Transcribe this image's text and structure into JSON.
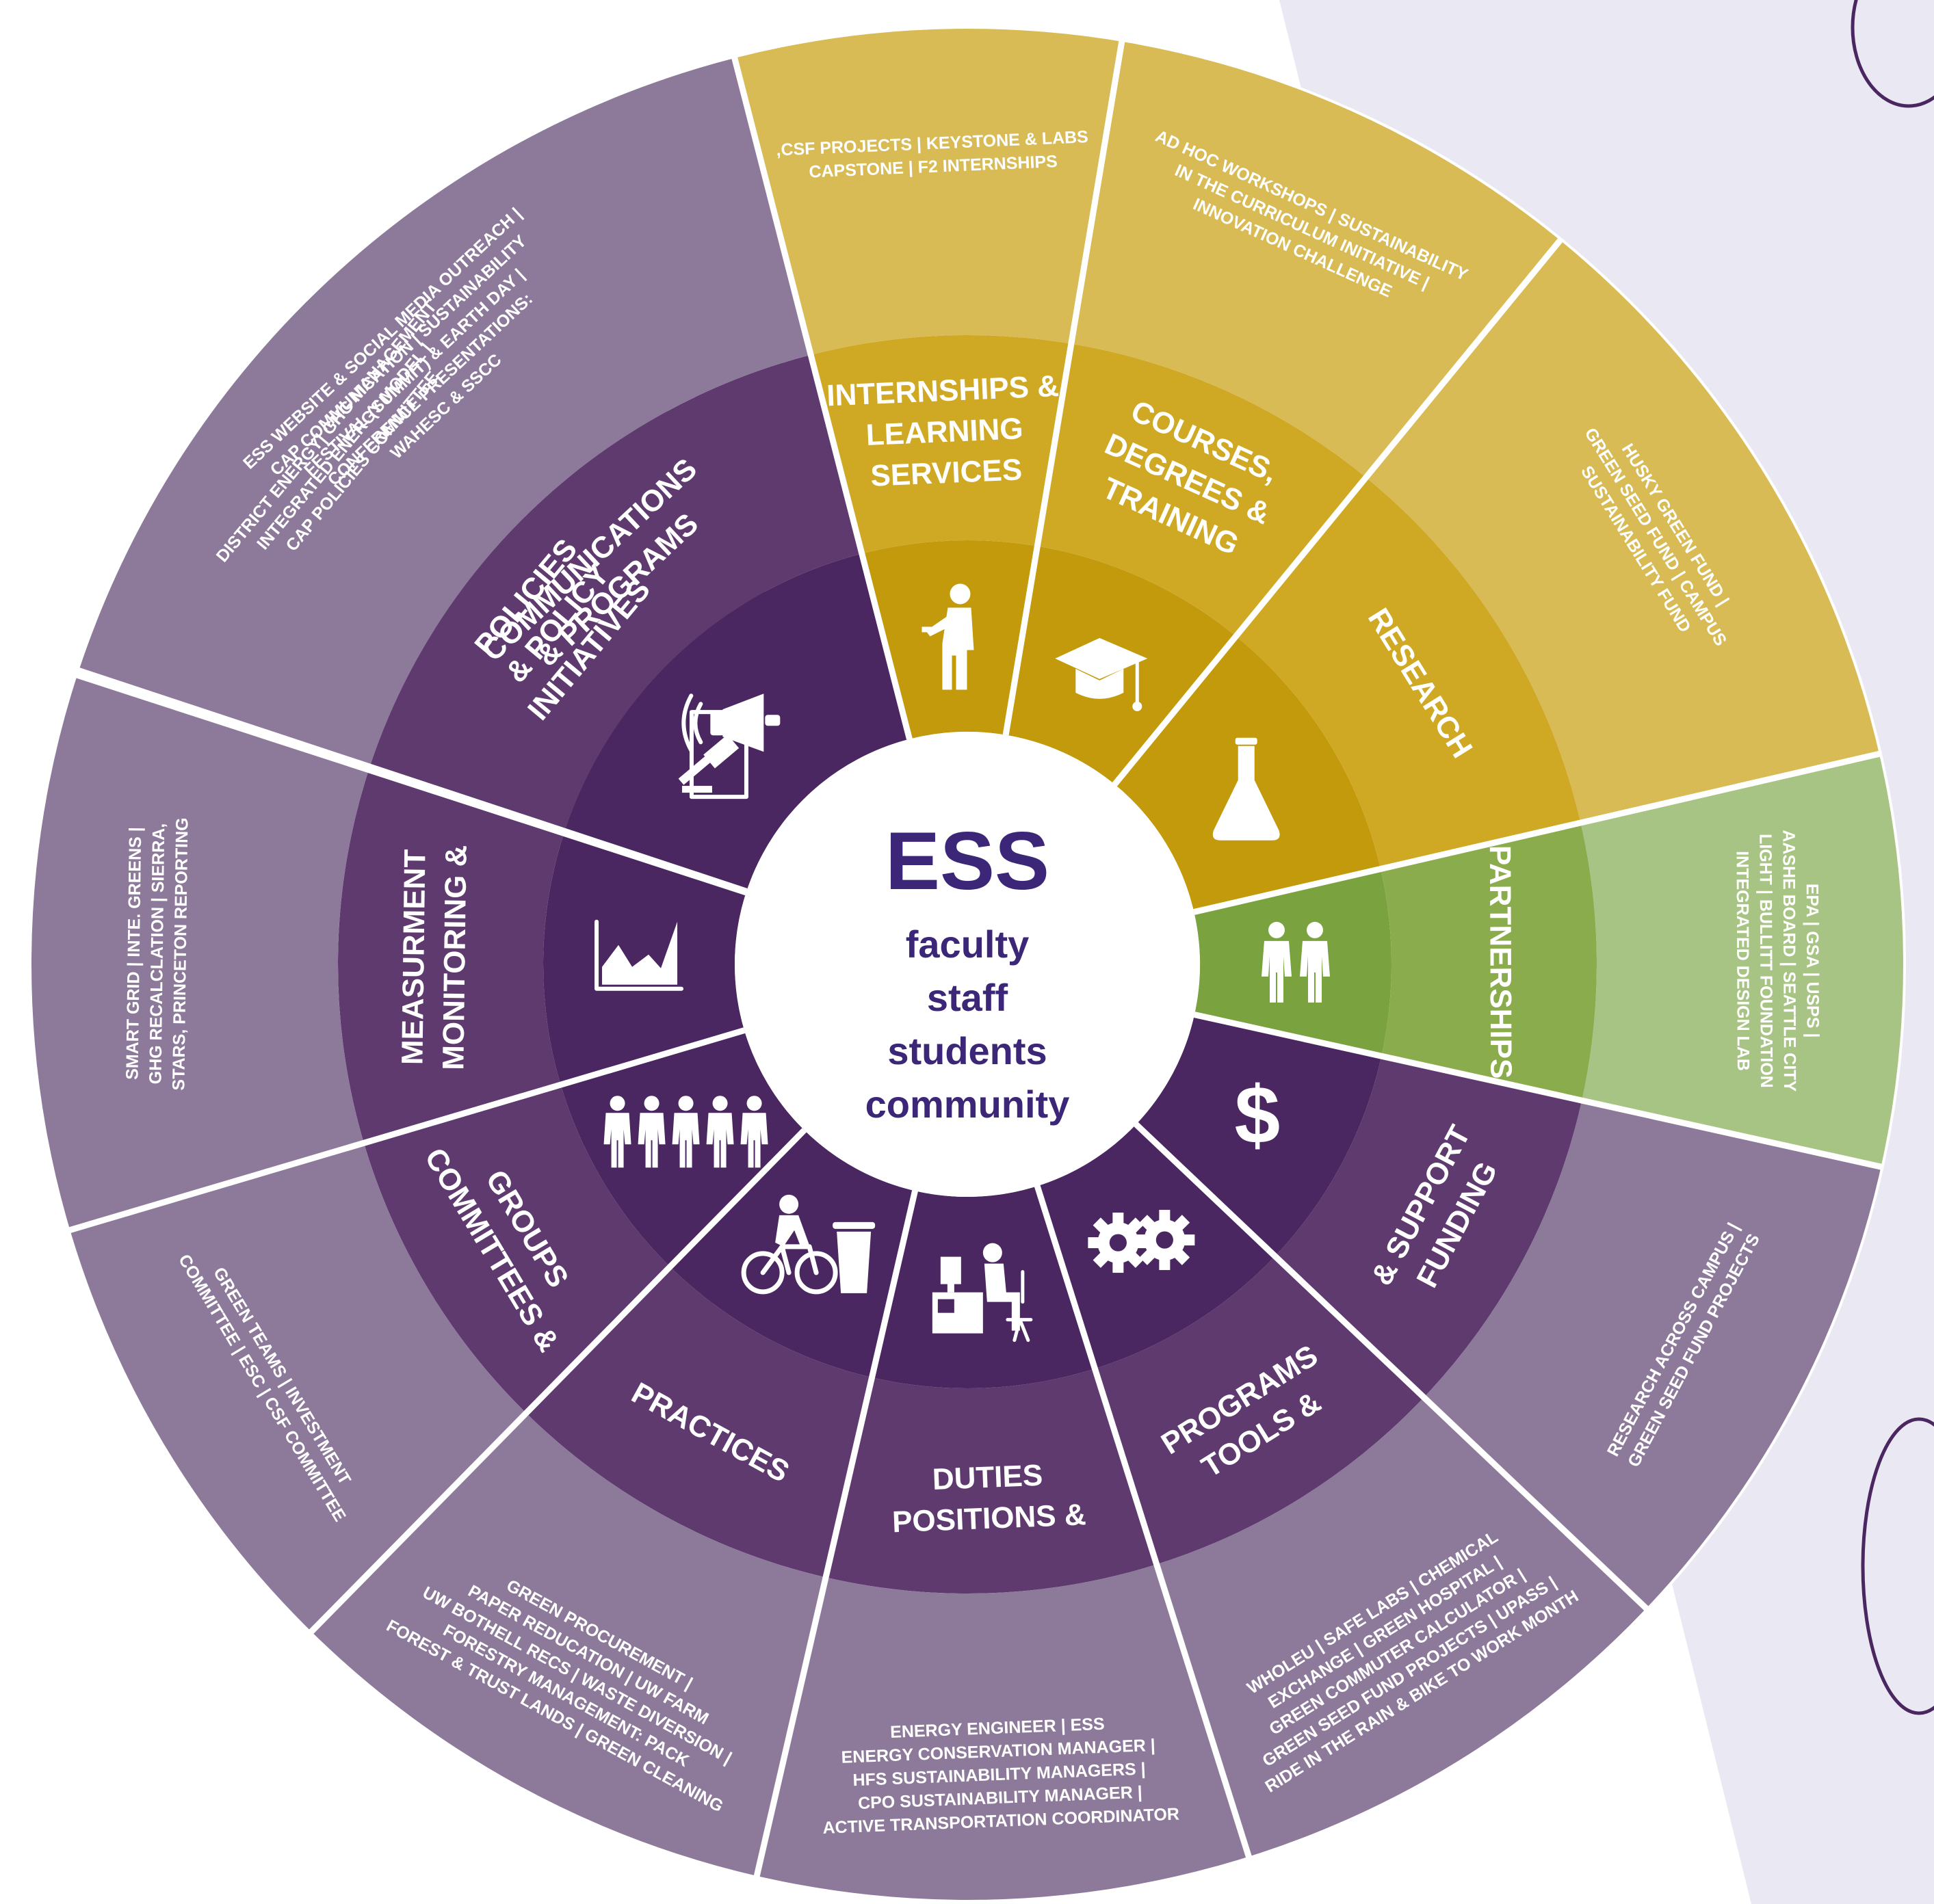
{
  "center": {
    "title": "ESS",
    "lines": [
      "faculty",
      "staff",
      "students",
      "community"
    ]
  },
  "colors": {
    "purple_outer": "#8d7a9b",
    "purple_mid": "#5e3a6e",
    "purple_inner": "#4a2760",
    "gold_outer": "#d8bb55",
    "gold_mid": "#cfa824",
    "gold_inner": "#c39a0c",
    "green_outer": "#a8c484",
    "green_mid": "#8bac4c",
    "green_inner": "#7aa33f",
    "center_text": "#3b2677",
    "background_panel": "#eae8f2"
  },
  "sections": [
    {
      "id": "communications",
      "theme": "purple",
      "icon": "megaphone-icon",
      "title": [
        "COMMUNICATIONS",
        "& PROGRAMS"
      ],
      "details": [
        "ESS WEBSITE & SOCIAL MEDIA OUTREACH |",
        "CAP COMMUNICATION | SUSTAINABILITY",
        "FESTIVAL (SUMMIT) & EARTH DAY |",
        "CONFERENCE PRESENTATIONS:",
        "WAHESC & SSCC"
      ]
    },
    {
      "id": "internships",
      "theme": "gold",
      "icon": "presenter-icon",
      "title": [
        "INTERNSHIPS &",
        "LEARNING",
        "SERVICES"
      ],
      "details": [
        ",CSF PROJECTS | KEYSTONE & LABS",
        "CAPSTONE | F2 INTERNSHIPS"
      ]
    },
    {
      "id": "courses",
      "theme": "gold",
      "icon": "graduation-cap-icon",
      "title": [
        "COURSES,",
        "DEGREES &",
        "TRAINING"
      ],
      "details": [
        "AD HOC WORKSHOPS | SUSTAINABILITY",
        "IN THE CURRICULUM INITIATIVE |",
        "INNOVATION CHALLENGE"
      ]
    },
    {
      "id": "research",
      "theme": "gold",
      "icon": "flask-icon",
      "title": [
        "RESEARCH"
      ],
      "details": [
        "HUSKY GREEN FUND |",
        "GREEN SEED FUND | CAMPUS",
        "SUSTAINABILITY FUND"
      ]
    },
    {
      "id": "partnerships",
      "theme": "green",
      "icon": "people-pair-icon",
      "title": [
        "PARTNERSHIPS"
      ],
      "details": [
        "EPA | GSA | USPS |",
        "AASHE BOARD | SEATTLE CITY",
        "LIGHT | BULLITT FOUNDATION",
        "INTEGRATED DESIGN LAB"
      ]
    },
    {
      "id": "funding",
      "theme": "purple",
      "icon": "dollar-icon",
      "title": [
        "& SUPPORT",
        "FUNDING"
      ],
      "details": [
        "RESEARCH ACROSS CAMPUS |",
        "GREEN SEED FUND PROJECTS"
      ]
    },
    {
      "id": "tools",
      "theme": "purple",
      "icon": "gears-icon",
      "title": [
        "PROGRAMS",
        "TOOLS &"
      ],
      "details": [
        "WHOLEU | SAFE LABS | CHEMICAL",
        "EXCHANGE | GREEN HOSPITAL |",
        "GREEN COMMUTER CALCULATOR |",
        "GREEN SEED FUND PROJECTS | UPASS |",
        "RIDE IN THE RAIN & BIKE TO WORK MONTH"
      ]
    },
    {
      "id": "positions",
      "theme": "purple",
      "icon": "desk-worker-icon",
      "title": [
        "DUTIES",
        "POSITIONS &"
      ],
      "details": [
        "ENERGY ENGINEER | ESS",
        "ENERGY CONSERVATION MANAGER |",
        "HFS SUSTAINABILITY MANAGERS |",
        "CPO SUSTAINABILITY MANAGER |",
        "ACTIVE TRANSPORTATION COORDINATOR"
      ]
    },
    {
      "id": "practices",
      "theme": "purple",
      "icon": "bike-recycle-icon",
      "title": [
        "PRACTICES"
      ],
      "details": [
        "GREEN PROCUREMENT |",
        "PAPER REDUCATION | UW FARM",
        "UW BOTHELL RECS | WASTE DIVERSION |",
        "FORESTRY MANAGEMENT: PACK",
        "FOREST & TRUST LANDS | GREEN CLEANING"
      ]
    },
    {
      "id": "groups",
      "theme": "purple",
      "icon": "group-icon",
      "title": [
        "GROUPS",
        "COMMITTEES &"
      ],
      "details": [
        "GREEN TEAMS | INVESTMENT",
        "COMMITTEE | ESC | CSF COMMITTEE"
      ]
    },
    {
      "id": "measurement",
      "theme": "purple",
      "icon": "chart-icon",
      "title": [
        "MEASURMENT",
        "MONITORING &"
      ],
      "details": [
        "SMART GRID | INTE. GREENS |",
        "GHG RECALCLATION | SIERRA,",
        "STARS, PRINCETON REPORTING"
      ]
    },
    {
      "id": "policies",
      "theme": "purple",
      "icon": "gavel-document-icon",
      "title": [
        "POLICIES",
        "& POLICY",
        "INITIATIVES"
      ],
      "details": [
        "DISTRICT ENERGY| GHG MANAGEMENT",
        "INTEGRATED ENERGY MODEL |",
        "CAP POLICIES COMMITTEE"
      ]
    }
  ]
}
